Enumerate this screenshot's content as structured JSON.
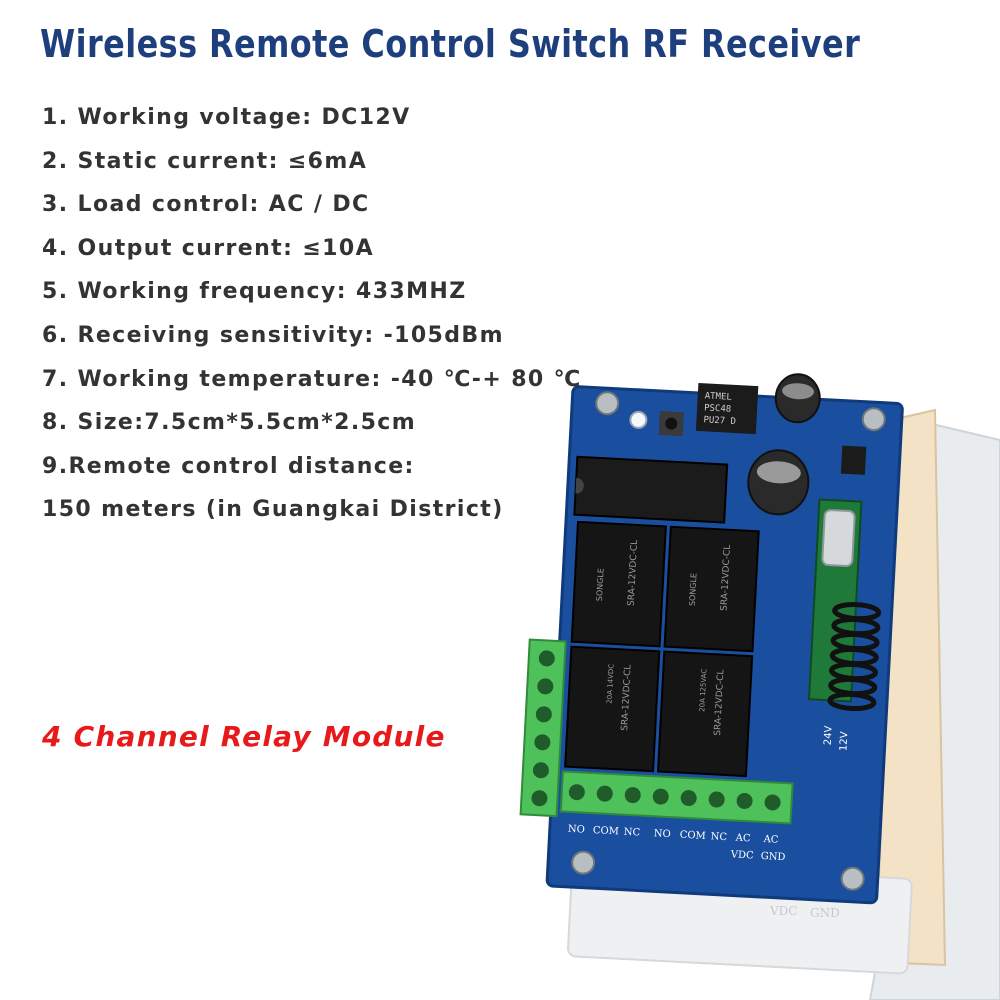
{
  "title": "Wireless Remote Control Switch RF Receiver",
  "specs": [
    "1. Working voltage: DC12V",
    "2. Static current: ≤6mA",
    "3. Load control: AC / DC",
    "4. Output current: ≤10A",
    "5. Working frequency: 433MHZ",
    "6. Receiving sensitivity: -105dBm",
    "7. Working temperature: -40 ℃-+ 80 ℃",
    "8. Size:7.5cm*5.5cm*2.5cm",
    "9.Remote control distance:",
    "150 meters (in Guangkai District)"
  ],
  "module_label": "4 Channel Relay Module",
  "board": {
    "relay_model": "SRA-12VDC-CL",
    "relay_brand": "SONGLE",
    "relay_rating_1": "20A 14VDC",
    "relay_rating_2": "20A 125VAC",
    "chip_label_1": "ATMEL",
    "chip_label_2": "PSC48",
    "chip_label_3": "PU27 D",
    "terminal_labels": [
      "NO",
      "COM",
      "NC",
      "NO",
      "COM",
      "NC",
      "AC",
      "AC"
    ],
    "terminal_labels_row2": [
      "VDC",
      "GND"
    ],
    "voltage_labels": [
      "24V",
      "12V"
    ],
    "case_labels": [
      "VDC",
      "GND"
    ]
  },
  "colors": {
    "title": "#1e3f7d",
    "specs": "#333333",
    "module_label": "#e8191b",
    "pcb": "#1a4fa0",
    "terminal": "#4fc15a"
  }
}
